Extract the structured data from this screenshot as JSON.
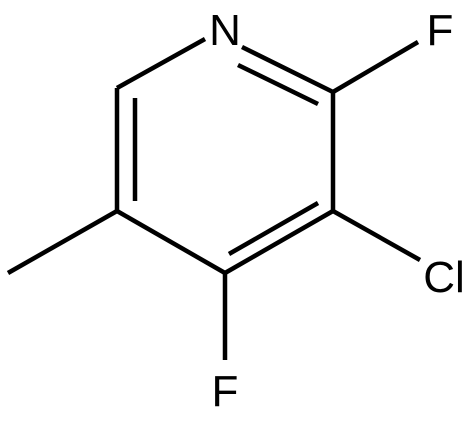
{
  "structure": {
    "atoms": {
      "ring_nitrogen": "N",
      "fluorine_2": "F",
      "chlorine_3": "Cl",
      "fluorine_4": "F"
    },
    "bond_color": "#000000",
    "label_color": "#000000",
    "background": "#ffffff"
  }
}
